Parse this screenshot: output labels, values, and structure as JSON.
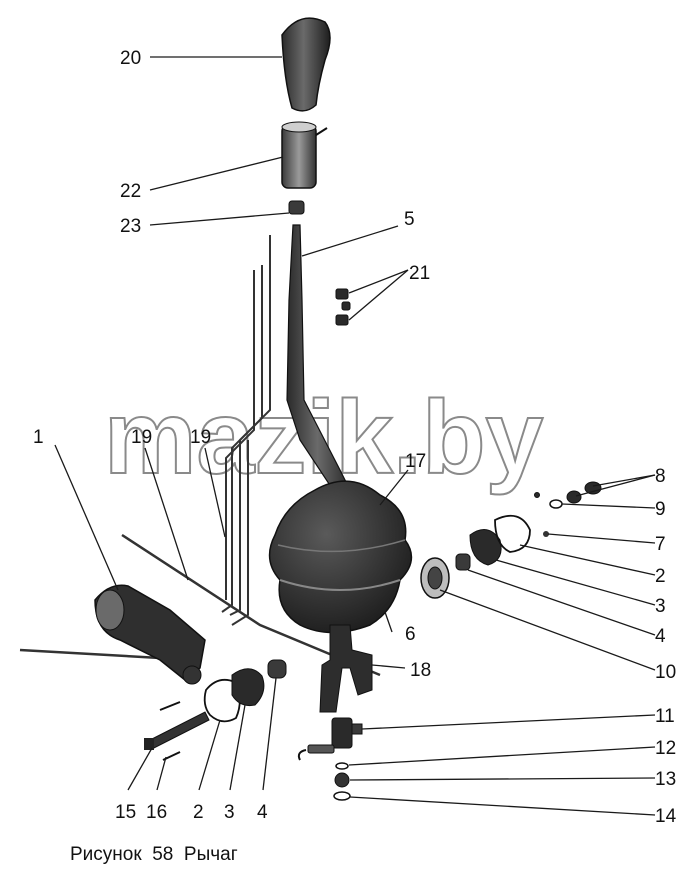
{
  "watermark": "mazik.by",
  "caption": "Рисунок  58  Рычаг",
  "callouts": [
    {
      "id": "c20",
      "text": "20"
    },
    {
      "id": "c22",
      "text": "22"
    },
    {
      "id": "c23",
      "text": "23"
    },
    {
      "id": "c5",
      "text": "5"
    },
    {
      "id": "c21",
      "text": "21"
    },
    {
      "id": "c1",
      "text": "1"
    },
    {
      "id": "c19a",
      "text": "19"
    },
    {
      "id": "c19b",
      "text": "19"
    },
    {
      "id": "c17",
      "text": "17"
    },
    {
      "id": "c8",
      "text": "8"
    },
    {
      "id": "c9",
      "text": "9"
    },
    {
      "id": "c7",
      "text": "7"
    },
    {
      "id": "c2r",
      "text": "2"
    },
    {
      "id": "c3r",
      "text": "3"
    },
    {
      "id": "c4r",
      "text": "4"
    },
    {
      "id": "c6",
      "text": "6"
    },
    {
      "id": "c10",
      "text": "10"
    },
    {
      "id": "c18",
      "text": "18"
    },
    {
      "id": "c11",
      "text": "11"
    },
    {
      "id": "c12",
      "text": "12"
    },
    {
      "id": "c13",
      "text": "13"
    },
    {
      "id": "c14",
      "text": "14"
    },
    {
      "id": "c15",
      "text": "15"
    },
    {
      "id": "c16",
      "text": "16"
    },
    {
      "id": "c2b",
      "text": "2"
    },
    {
      "id": "c3b",
      "text": "3"
    },
    {
      "id": "c4b",
      "text": "4"
    }
  ]
}
